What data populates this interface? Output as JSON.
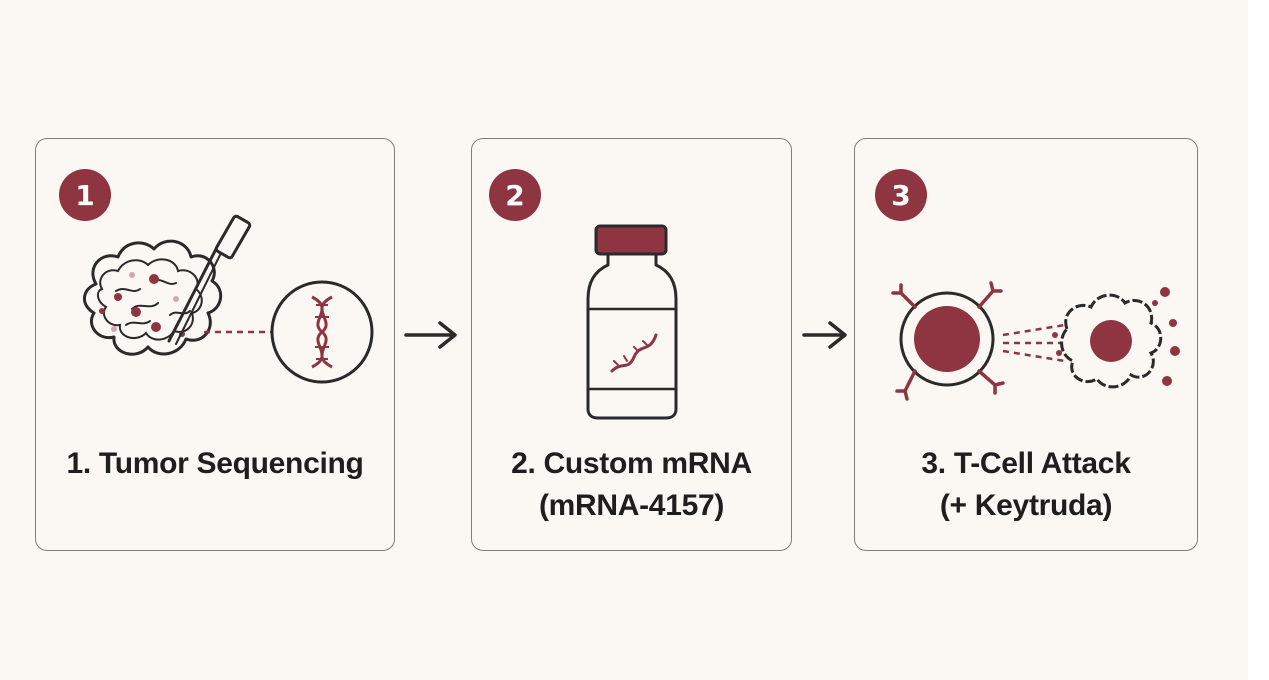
{
  "colors": {
    "accent": "#8e3541",
    "outline": "#2a2a2a",
    "border": "#7e7e7e",
    "background": "#fbf7f2"
  },
  "steps": [
    {
      "badge": "1",
      "caption_line1": "1. Tumor Sequencing",
      "caption_line2": "",
      "icon": "tumor-biopsy-dna-icon"
    },
    {
      "badge": "2",
      "caption_line1": "2. Custom mRNA",
      "caption_line2": "(mRNA-4157)",
      "icon": "mrna-vial-icon"
    },
    {
      "badge": "3",
      "caption_line1": "3. T-Cell Attack",
      "caption_line2": "(+ Keytruda)",
      "icon": "t-cell-attack-icon"
    }
  ],
  "connectors": [
    "right-arrow-icon",
    "right-arrow-icon"
  ]
}
